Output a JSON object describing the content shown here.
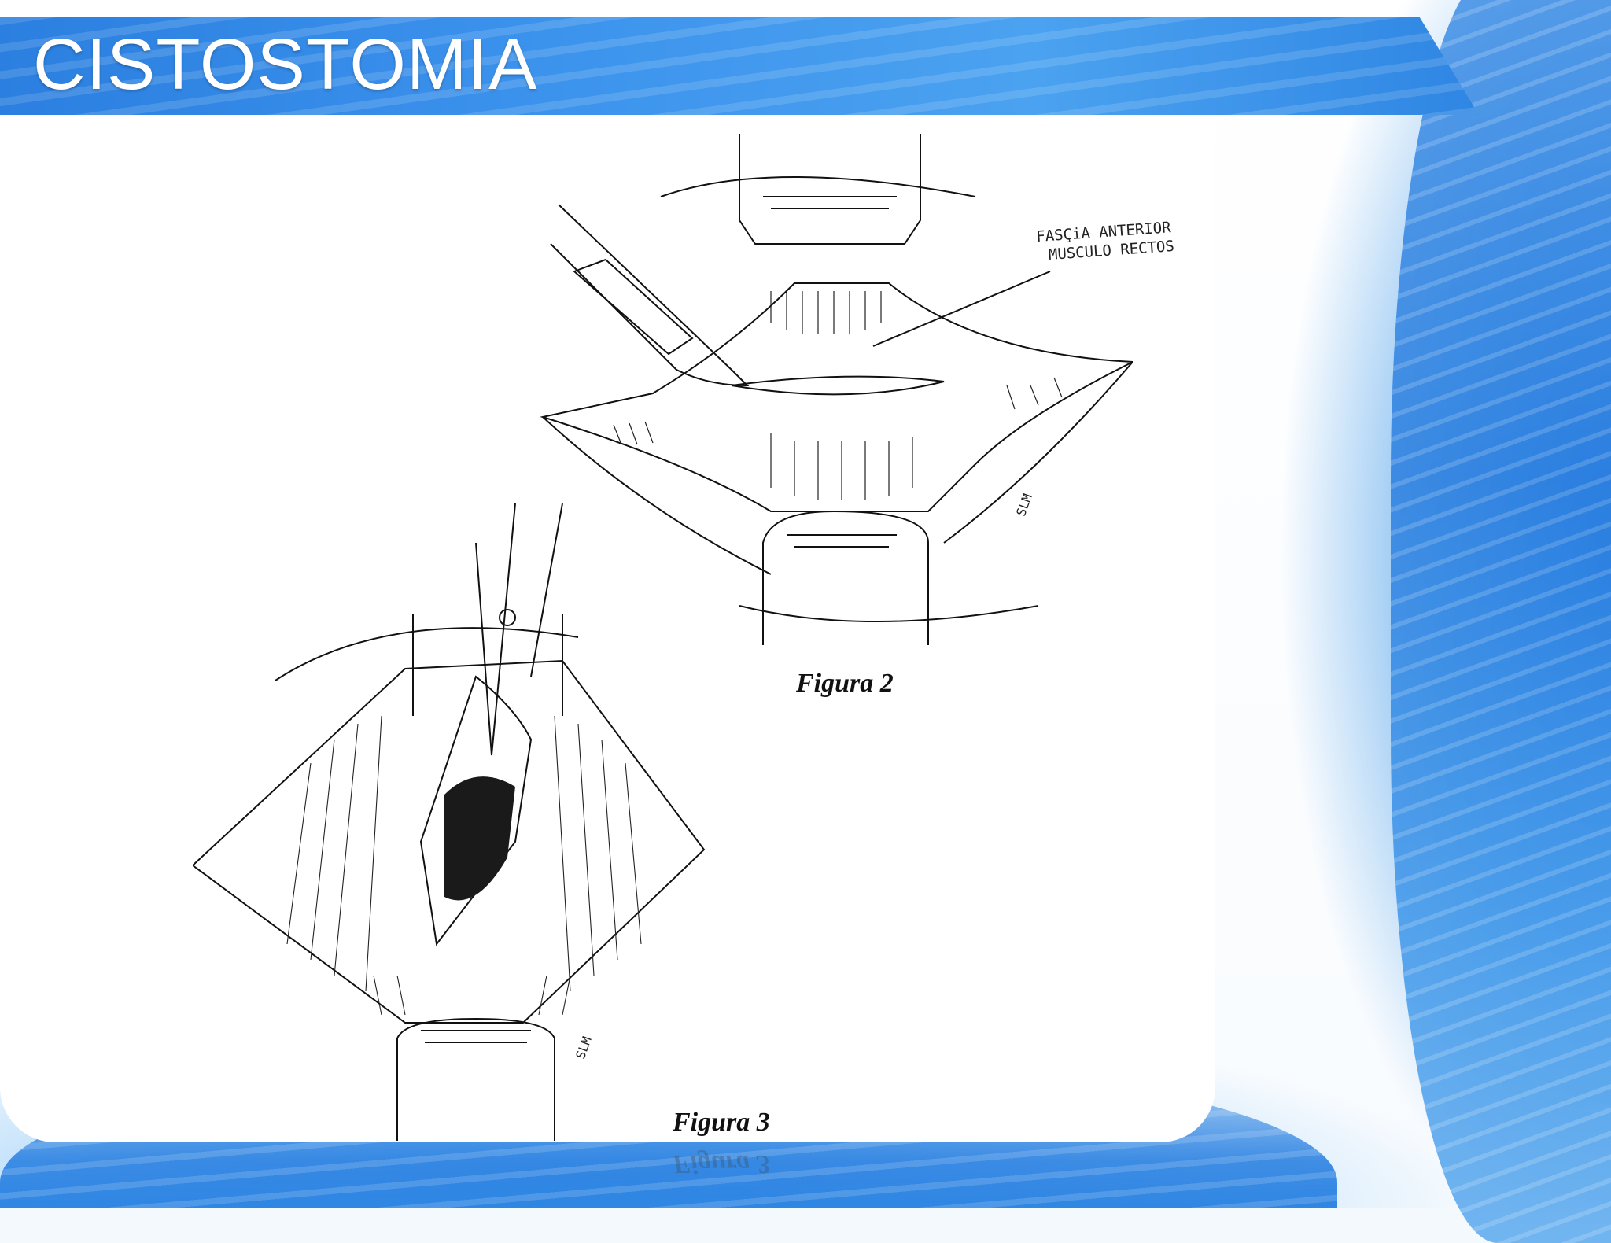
{
  "slide": {
    "title": "CISTOSTOMIA"
  },
  "figures": [
    {
      "caption": "Figura 2",
      "annotation_line1": "FASÇiA ANTERIOR",
      "annotation_line2": "MUSCULO RECTOS",
      "signature": "SLM"
    },
    {
      "caption": "Figura 3",
      "signature": "SLM"
    }
  ],
  "colors": {
    "accent": "#2b7fe0",
    "title_text": "#ffffff"
  }
}
